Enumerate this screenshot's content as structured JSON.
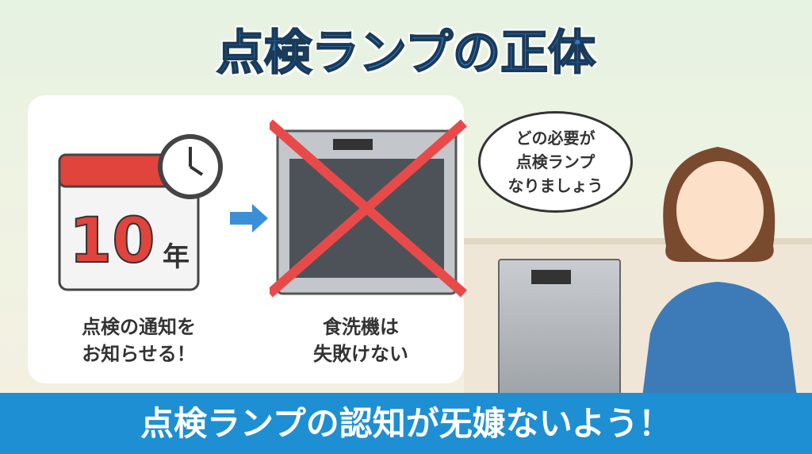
{
  "title": "点検ランプの正体",
  "calendar": {
    "number": "10",
    "unit": "年"
  },
  "captions": {
    "left": [
      "点検の通知を",
      "お知らせる！"
    ],
    "right": [
      "食洗機は",
      "失敗けない"
    ]
  },
  "bubble": [
    "どの必要が",
    "点検ランプ",
    "なりましょう"
  ],
  "banner": "点検ランプの認知が旡嫝ないよう！",
  "colors": {
    "title": "#2a7cc4",
    "banner": "#1e8fd2",
    "cross": "#e84a4a",
    "calendar_red": "#e0443c"
  }
}
